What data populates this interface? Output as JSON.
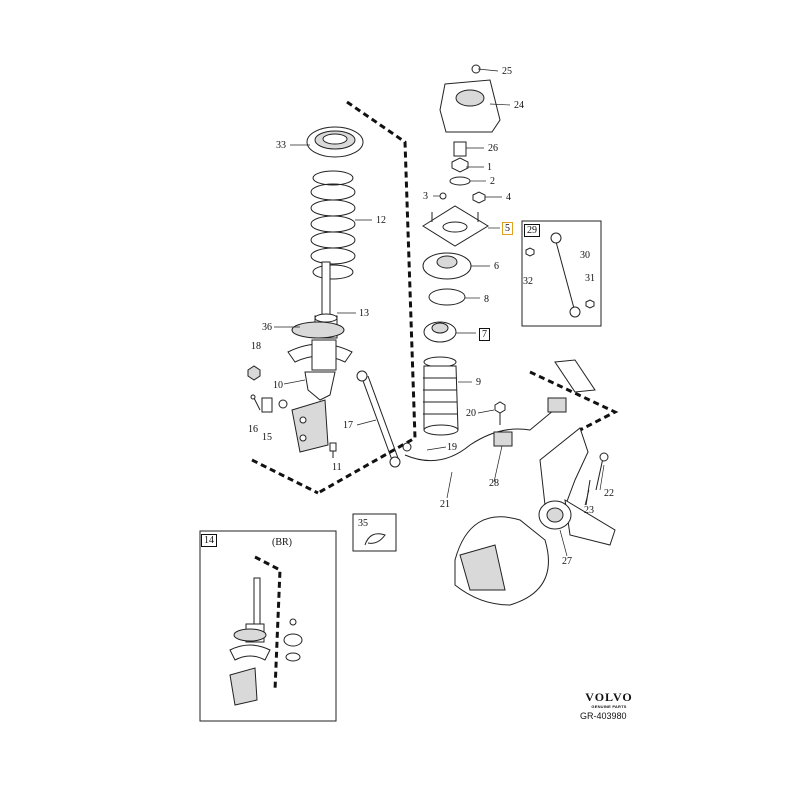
{
  "callouts": {
    "c1": "1",
    "c2": "2",
    "c3": "3",
    "c4": "4",
    "c5": "5",
    "c6": "6",
    "c7": "7",
    "c8": "8",
    "c9": "9",
    "c10": "10",
    "c11": "11",
    "c12": "12",
    "c13": "13",
    "c14": "14",
    "c15": "15",
    "c16": "16",
    "c17": "17",
    "c18": "18",
    "c19": "19",
    "c20": "20",
    "c21": "21",
    "c22": "22",
    "c23": "23",
    "c24": "24",
    "c25": "25",
    "c26": "26",
    "c27": "27",
    "c28": "28",
    "c29": "29",
    "c30": "30",
    "c31": "31",
    "c32": "32",
    "c33": "33",
    "c35": "35",
    "c36": "36"
  },
  "inset_14": {
    "variant_label": "(BR)"
  },
  "brand": {
    "logo": "VOLVO",
    "tagline": "GENUINE PARTS"
  },
  "diagram_code": "GR-403980",
  "colors": {
    "ink": "#222222",
    "shade": "#d9d9d9",
    "highlight": "#e0a020"
  }
}
